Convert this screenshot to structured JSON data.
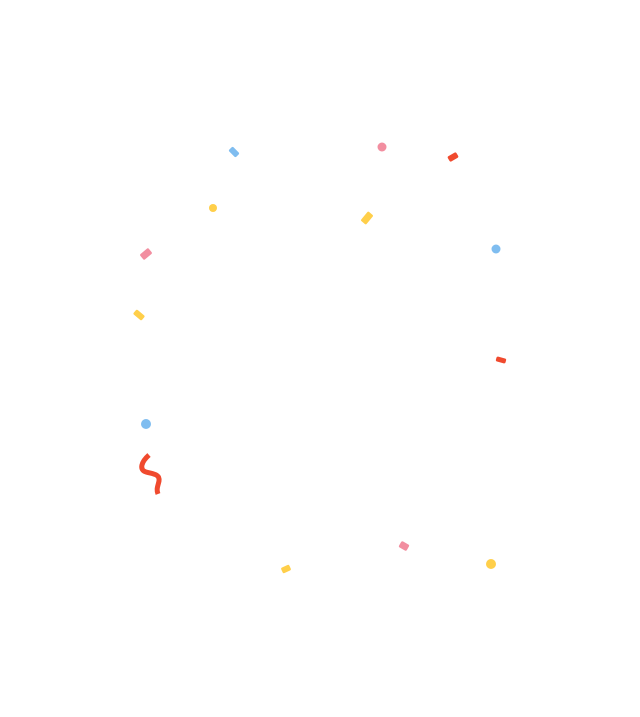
{
  "palette": {
    "background": "#ffffff",
    "blue": "#7fbdf0",
    "pink": "#f28ea0",
    "yellow": "#ffcf4a",
    "red": "#f04a2e"
  },
  "confetti": [
    {
      "kind": "strip",
      "color": "blue"
    },
    {
      "kind": "dot",
      "color": "pink"
    },
    {
      "kind": "strip",
      "color": "red"
    },
    {
      "kind": "dot",
      "color": "yellow"
    },
    {
      "kind": "strip",
      "color": "yellow"
    },
    {
      "kind": "dot",
      "color": "blue"
    },
    {
      "kind": "strip",
      "color": "pink"
    },
    {
      "kind": "strip",
      "color": "yellow"
    },
    {
      "kind": "strip",
      "color": "red"
    },
    {
      "kind": "dot",
      "color": "blue"
    },
    {
      "kind": "ribbon",
      "color": "red"
    },
    {
      "kind": "strip",
      "color": "pink"
    },
    {
      "kind": "dot",
      "color": "yellow"
    },
    {
      "kind": "strip",
      "color": "yellow"
    }
  ]
}
